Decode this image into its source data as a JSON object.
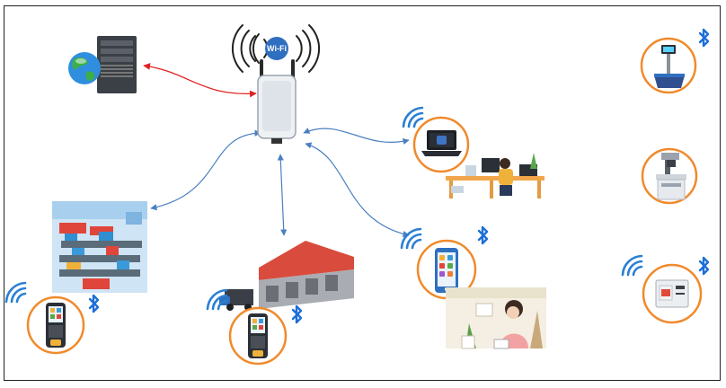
{
  "router": {
    "badge_label": "Wi-Fi"
  },
  "colors": {
    "link_blue": "#4a7fc1",
    "link_red": "#e02020",
    "device_ring": "#f08a2c",
    "bluetooth": "#1d6fd8",
    "wifi_signal": "#2a7fd4",
    "router_badge": "#2f6fc0"
  },
  "nodes": [
    {
      "id": "server",
      "icon": "server-globe-icon"
    },
    {
      "id": "router",
      "icon": "wifi-router-icon"
    },
    {
      "id": "laptop",
      "icon": "laptop-icon",
      "wireless": [
        "wifi"
      ]
    },
    {
      "id": "office-worker",
      "icon": "office-desk-illustration"
    },
    {
      "id": "factory",
      "icon": "factory-line-illustration"
    },
    {
      "id": "warehouse",
      "icon": "warehouse-illustration"
    },
    {
      "id": "smartphone",
      "icon": "smartphone-icon",
      "wireless": [
        "wifi",
        "bluetooth"
      ]
    },
    {
      "id": "phone-user",
      "icon": "woman-phone-illustration"
    },
    {
      "id": "handheld-1",
      "icon": "handheld-scanner-icon",
      "wireless": [
        "wifi",
        "bluetooth"
      ]
    },
    {
      "id": "handheld-2",
      "icon": "handheld-scanner-icon",
      "wireless": [
        "wifi",
        "bluetooth"
      ]
    },
    {
      "id": "scale",
      "icon": "weighing-scale-icon",
      "wireless": [
        "bluetooth"
      ]
    },
    {
      "id": "laser-marker",
      "icon": "laser-marking-machine-icon"
    },
    {
      "id": "label-printer",
      "icon": "label-printer-icon",
      "wireless": [
        "wifi",
        "bluetooth"
      ]
    }
  ],
  "links": [
    {
      "from": "server",
      "to": "router",
      "type": "wired"
    },
    {
      "from": "router",
      "to": "laptop",
      "type": "wireless"
    },
    {
      "from": "router",
      "to": "factory",
      "type": "wireless"
    },
    {
      "from": "router",
      "to": "warehouse",
      "type": "wireless"
    },
    {
      "from": "router",
      "to": "smartphone",
      "type": "wireless"
    }
  ]
}
